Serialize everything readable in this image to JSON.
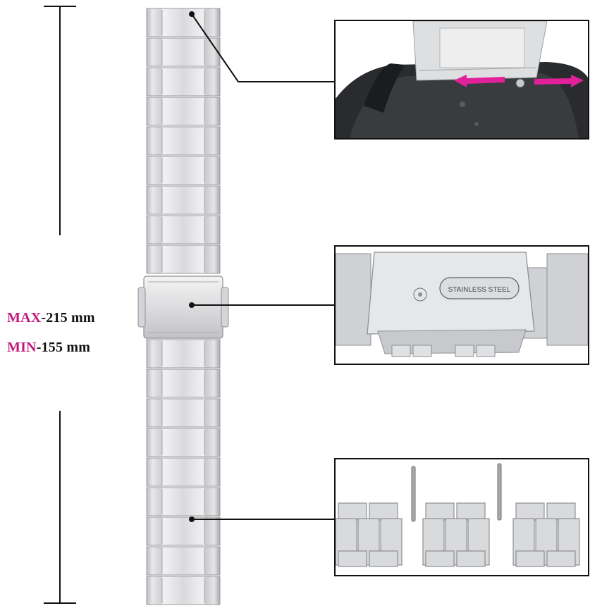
{
  "size": {
    "max_key": "MAX",
    "max_value": "-215 mm",
    "min_key": "MIN",
    "min_value": "-155 mm"
  },
  "clasp_engraving": "STAINLESS STEEL",
  "colors": {
    "accent_magenta": "#c2187e",
    "arrow_pink": "#e0219a",
    "steel_light": "#e8e8ea",
    "steel_mid": "#c4c5c8",
    "steel_dark": "#8e9094",
    "outline": "#111111"
  },
  "icons": {
    "pin_release_arrows": "double-headed-arrow-icon",
    "spring_pin": "spring-bar-pin-icon"
  }
}
